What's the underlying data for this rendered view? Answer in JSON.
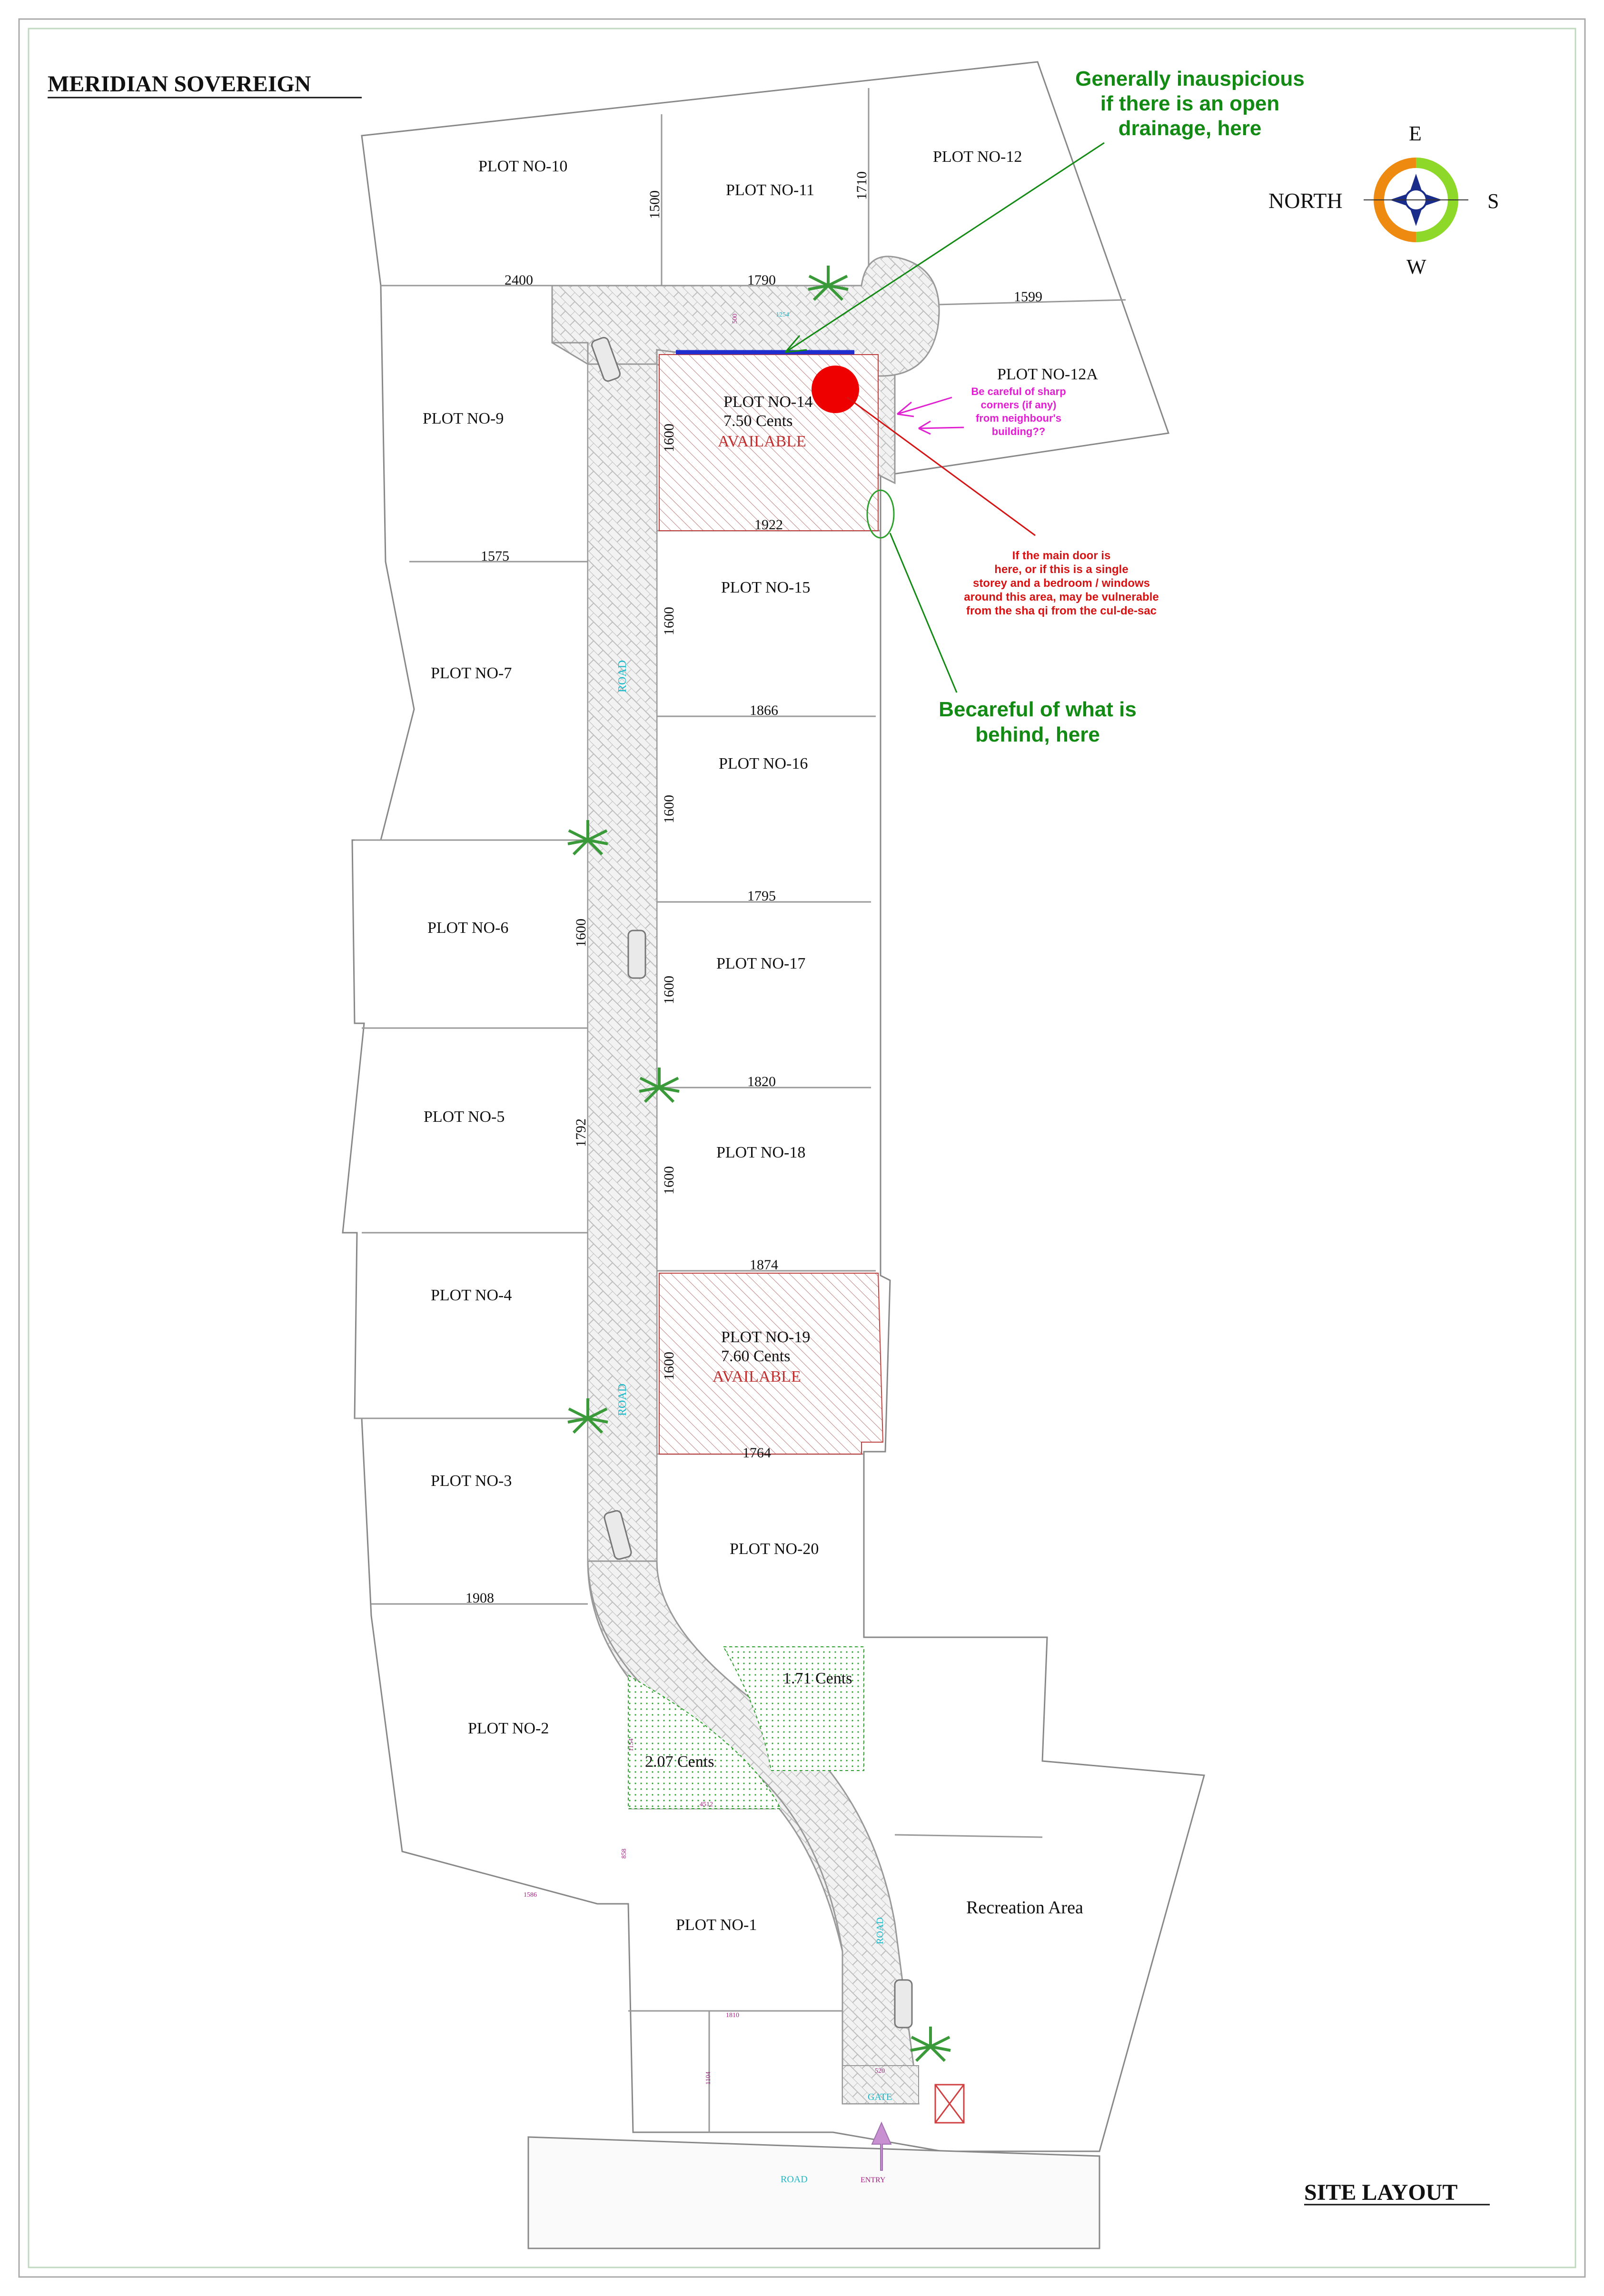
{
  "title": "MERIDIAN SOVEREIGN",
  "footer_title": "SITE LAYOUT",
  "compass": {
    "north_label": "NORTH",
    "e": "E",
    "s": "S",
    "w": "W"
  },
  "plots": {
    "p1": "PLOT NO-1",
    "p2": "PLOT NO-2",
    "p3": "PLOT NO-3",
    "p4": "PLOT NO-4",
    "p5": "PLOT NO-5",
    "p6": "PLOT NO-6",
    "p7": "PLOT NO-7",
    "p9": "PLOT NO-9",
    "p10": "PLOT NO-10",
    "p11": "PLOT NO-11",
    "p12": "PLOT NO-12",
    "p12a": "PLOT NO-12A",
    "p14": "PLOT NO-14",
    "p15": "PLOT NO-15",
    "p16": "PLOT NO-16",
    "p17": "PLOT NO-17",
    "p18": "PLOT NO-18",
    "p19": "PLOT NO-19",
    "p20": "PLOT NO-20",
    "recreation": "Recreation Area"
  },
  "available": {
    "p14_cents": "7.50 Cents",
    "p14_status": "AVAILABLE",
    "p19_cents": "7.60 Cents",
    "p19_status": "AVAILABLE"
  },
  "green_areas": {
    "a1": "1.71 Cents",
    "a2": "2.07 Cents"
  },
  "dimensions": {
    "d2400": "2400",
    "d1790": "1790",
    "d1599": "1599",
    "d1500": "1500",
    "d1710": "1710",
    "d1575": "1575",
    "d1922": "1922",
    "d1866": "1866",
    "d1795": "1795",
    "d1820": "1820",
    "d1874": "1874",
    "d1764": "1764",
    "d1908": "1908",
    "d1600": "1600",
    "d1792": "1792"
  },
  "small_dims": {
    "s500": "500",
    "s1154": "1154",
    "s4512": "4512",
    "s1586": "1586",
    "s858": "858",
    "s1810": "1810",
    "s1104": "1104",
    "s12xx": "1254",
    "s520": "520"
  },
  "road_labels": {
    "road": "ROAD",
    "gate": "GATE",
    "entry": "ENTRY"
  },
  "annotations": {
    "drainage": [
      "Generally inauspicious",
      "if there is an open",
      "drainage, here"
    ],
    "sharp": [
      "Be careful of sharp",
      "corners (if any)",
      "from neighbour's",
      "building??"
    ],
    "door": [
      "If the main door is",
      "here, or if this is a single",
      "storey and a bedroom / windows",
      "around this area, may be vulnerable",
      "from the sha qi from the cul-de-sac"
    ],
    "behind": [
      "Becareful of what is",
      "behind, here"
    ]
  },
  "colors": {
    "annotation_green": "#138a13",
    "annotation_red": "#d41414",
    "annotation_magenta": "#e020d0",
    "road_cyan": "#1cb8c8",
    "hatch_red": "#c04040"
  }
}
